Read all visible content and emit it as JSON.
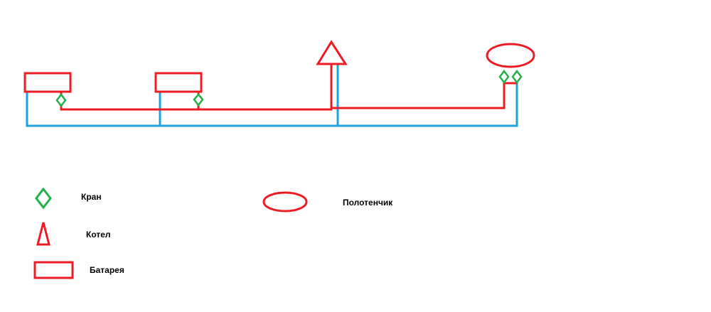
{
  "colors": {
    "supply_pipe": "#ed1c24",
    "return_pipe": "#1ea0dc",
    "valve": "#22b14c",
    "component_outline": "#ed1c24",
    "background": "#ffffff"
  },
  "legend": {
    "valve_label": "Кран",
    "boiler_label": "Котел",
    "radiator_label": "Батарея",
    "towel_rail_label": "Полотенчик"
  },
  "icons": {
    "valve": "diamond-icon",
    "boiler": "triangle-icon",
    "radiator": "rectangle-icon",
    "towel_rail": "ellipse-icon"
  }
}
